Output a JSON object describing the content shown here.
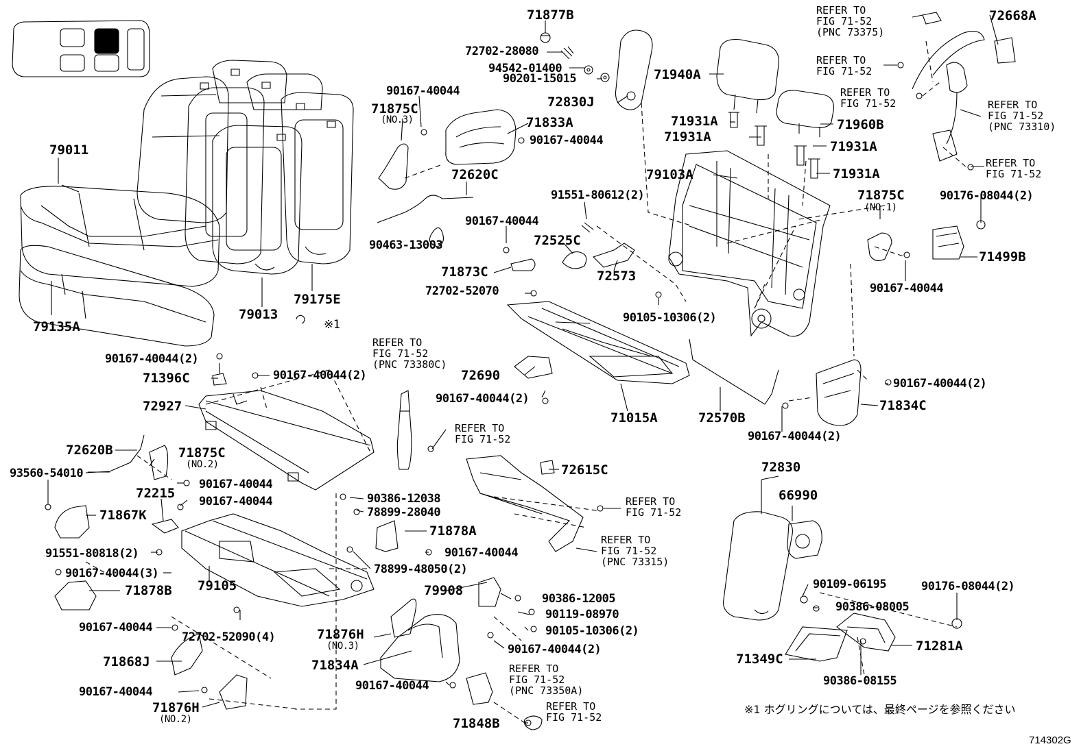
{
  "figure_id": "714302G",
  "footnote": "※1  ホグリングについては、最終ページを参照ください",
  "hog_ring_marker": "※1",
  "labels": {
    "p71877B": "71877B",
    "p72702_28080": "72702-28080",
    "p94542_01400": "94542-01400",
    "p90201_15015": "90201-15015",
    "p72830J": "72830J",
    "p71940A": "71940A",
    "p72668A": "72668A",
    "p90167_40044_a": "90167-40044",
    "p71875C_no3": "71875C",
    "no3_a": "(NO.3)",
    "p71833A": "71833A",
    "p90167_40044_b": "90167-40044",
    "p71931A_1": "71931A",
    "p71931A_2": "71931A",
    "p71931A_3": "71931A",
    "p71931A_4": "71931A",
    "p71960B": "71960B",
    "p79103A": "79103A",
    "p72620C": "72620C",
    "p91551_80612": "91551-80612(2)",
    "p90167_40044_c": "90167-40044",
    "p72525C": "72525C",
    "p90463_13003": "90463-13003",
    "p71873C": "71873C",
    "p72573": "72573",
    "p71875C_no1": "71875C",
    "no1": "(NO.1)",
    "p90176_08044_a": "90176-08044(2)",
    "p71499B": "71499B",
    "p90167_40044_d": "90167-40044",
    "p72702_52070": "72702-52070",
    "p90105_10306_a": "90105-10306(2)",
    "p79011": "79011",
    "p79013": "79013",
    "p79175E": "79175E",
    "p79135A": "79135A",
    "p90167_40044_2a": "90167-40044(2)",
    "p71396C": "71396C",
    "p90167_40044_2b": "90167-40044(2)",
    "p72927": "72927",
    "p72690": "72690",
    "p90167_40044_2c": "90167-40044(2)",
    "p71015A": "71015A",
    "p72570B": "72570B",
    "p90167_40044_2d": "90167-40044(2)",
    "p90167_40044_2e": "90167-40044(2)",
    "p71834C": "71834C",
    "p72620B": "72620B",
    "p71875C_no2": "71875C",
    "no2_a": "(NO.2)",
    "p93560_54010": "93560-54010",
    "p90167_40044_e": "90167-40044",
    "p72615C": "72615C",
    "p72215": "72215",
    "p90167_40044_f": "90167-40044",
    "p90386_12038": "90386-12038",
    "p78899_28040": "78899-28040",
    "p71867K": "71867K",
    "p72830": "72830",
    "p66990": "66990",
    "p71878A": "71878A",
    "p90167_40044_g": "90167-40044",
    "p91551_80818": "91551-80818(2)",
    "p78899_48050": "78899-48050(2)",
    "p90167_40044_3": "90167-40044(3)",
    "p79105": "79105",
    "p71878B": "71878B",
    "p79908": "79908",
    "p90386_12005": "90386-12005",
    "p90119_08970": "90119-08970",
    "p90105_10306_b": "90105-10306(2)",
    "p90109_06195": "90109-06195",
    "p90386_08005": "90386-08005",
    "p90176_08044_b": "90176-08044(2)",
    "p90167_40044_h": "90167-40044",
    "p72702_52090": "72702-52090(4)",
    "p71876H_no3": "71876H",
    "no3_b": "(NO.3)",
    "p90167_40044_2f": "90167-40044(2)",
    "p71868J": "71868J",
    "p71834A": "71834A",
    "p90167_40044_i": "90167-40044",
    "p71281A": "71281A",
    "p71349C": "71349C",
    "p90386_08155": "90386-08155",
    "p90167_40044_j": "90167-40044",
    "p71876H_no2": "71876H",
    "no2_b": "(NO.2)",
    "p71848B": "71848B"
  },
  "refs": {
    "r73375": "REFER TO\nFIG 71-52\n(PNC 73375)",
    "r_top_a": "REFER TO\nFIG 71-52",
    "r_top_b": "REFER TO\nFIG 71-52",
    "r73310": "REFER TO\nFIG 71-52\n(PNC 73310)",
    "r_right": "REFER TO\nFIG 71-52",
    "r73380C": "REFER TO\nFIG 71-52\n(PNC 73380C)",
    "r_mid": "REFER TO\nFIG 71-52",
    "r_mid_b": "REFER TO\nFIG 71-52",
    "r73315": "REFER TO\nFIG 71-52\n(PNC 73315)",
    "r73350A": "REFER TO\nFIG 71-52\n(PNC 73350A)",
    "r_bottom": "REFER TO\nFIG 71-52"
  },
  "colors": {
    "ink": "#000000",
    "paper": "#ffffff",
    "seat_highlight": "#000000"
  }
}
